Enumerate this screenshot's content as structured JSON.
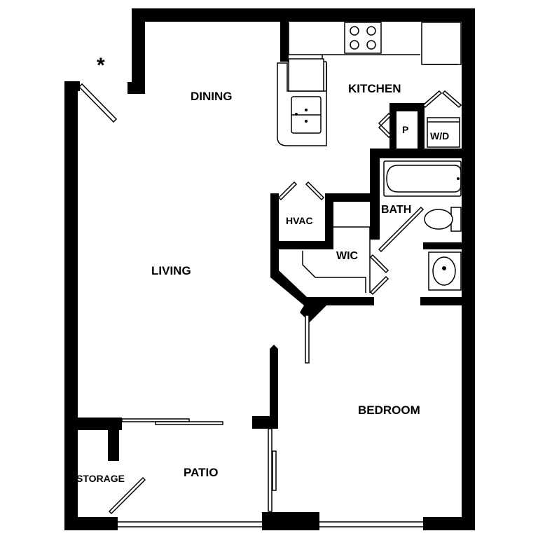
{
  "rooms": {
    "dining": "DINING",
    "kitchen": "KITCHEN",
    "living": "LIVING",
    "hvac": "HVAC",
    "wic": "WIC",
    "bath": "BATH",
    "bedroom": "BEDROOM",
    "patio": "PATIO",
    "storage": "STORAGE",
    "pantry": "P",
    "washer_dryer": "W/D"
  },
  "marker": "*",
  "colors": {
    "walls": "#000000",
    "background": "#ffffff"
  }
}
